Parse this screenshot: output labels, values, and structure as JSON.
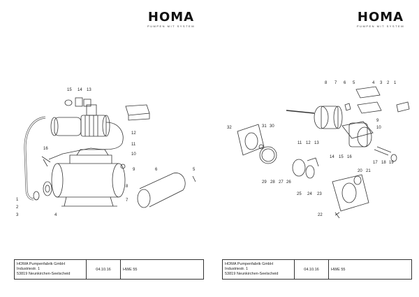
{
  "logo": {
    "word": "HOMA",
    "tagline": "PUMPEN MIT SYSTEM"
  },
  "title_block": {
    "company": "HOMA Pumpenfabrik GmbH",
    "street": "Industriestr. 1",
    "city": "53819 Neunkirchen-Seelscheid",
    "date": "04.10.16",
    "model": "HWE 55"
  },
  "left_diagram": {
    "part_numbers": [
      "15",
      "14",
      "13",
      "12",
      "11",
      "10",
      "16",
      "9",
      "6",
      "5",
      "8",
      "7",
      "1",
      "2",
      "3",
      "4"
    ]
  },
  "right_diagram": {
    "part_numbers": [
      "8",
      "7",
      "6",
      "5",
      "4",
      "3",
      "2",
      "1",
      "9",
      "10",
      "32",
      "31",
      "30",
      "11",
      "12",
      "13",
      "14",
      "15",
      "16",
      "17",
      "18",
      "19",
      "20",
      "21",
      "29",
      "28",
      "27",
      "26",
      "25",
      "24",
      "23",
      "22"
    ]
  }
}
